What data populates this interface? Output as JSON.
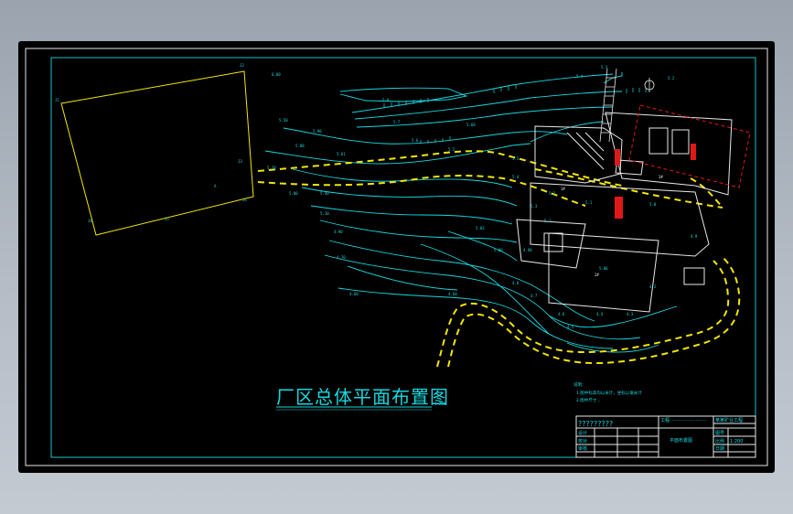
{
  "drawing_title": "厂区总体平面布置图",
  "scale": "1:200",
  "notes": [
    "说明：",
    "1.图中标高均以米计，坐标以毫米计",
    "2.图中尺寸..."
  ],
  "title_block": {
    "header": "?????????",
    "project_line": "工程··························",
    "company": "某某矿业工程",
    "drawing_name": "平面布置图",
    "cell_labels": [
      "设计",
      "校对",
      "审核",
      "图号",
      "比例",
      "日期"
    ],
    "cell_values": [
      "",
      "",
      "",
      "",
      "1:200",
      ""
    ]
  },
  "colors": {
    "background": "#000000",
    "frame": "#e8e8e8",
    "contour": "#16d8e0",
    "boundary": "#f2e600",
    "highlight": "#e01818"
  },
  "icons": [
    "north-arrow-icon"
  ]
}
